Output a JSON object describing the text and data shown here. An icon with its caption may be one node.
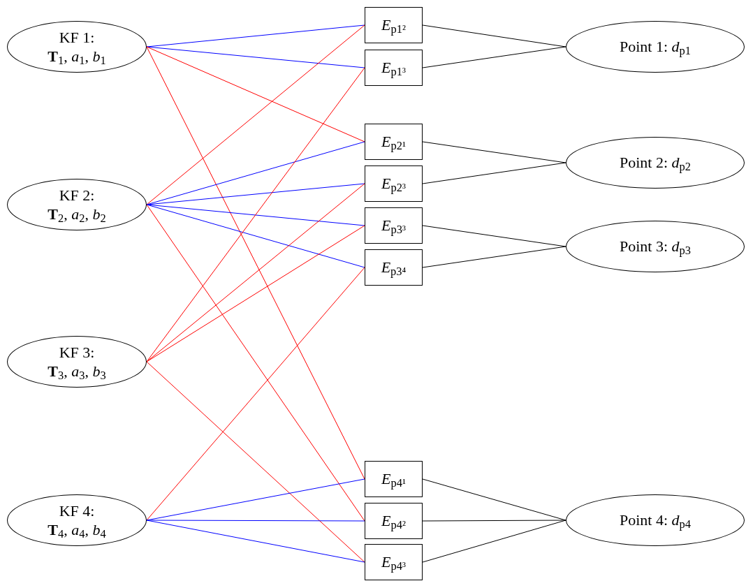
{
  "diagram": {
    "nodes": [
      {
        "text": [
          "KF 1:",
          "**T**$_{1}$, *a*$_{1}$, *b*$_{1}$"
        ]
      },
      {
        "text": [
          "KF 2:",
          "**T**$_{2}$, *a*$_{2}$, *b*$_{2}$"
        ]
      },
      {
        "text": [
          "KF 3:",
          "**T**$_{3}$, *a*$_{3}$, *b*$_{3}$"
        ]
      },
      {
        "text": [
          "KF 4:",
          "**T**$_{4}$, *a*$_{4}$, *b*$_{4}$"
        ]
      },
      {
        "text": [
          "*E*$_{p1²}$"
        ]
      },
      {
        "text": [
          "*E*$_{p1³}$"
        ]
      },
      {
        "text": [
          "*E*$_{p2¹}$"
        ]
      },
      {
        "text": [
          "*E*$_{p2³}$"
        ]
      },
      {
        "text": [
          "*E*$_{p3³}$"
        ]
      },
      {
        "text": [
          "*E*$_{p3⁴}$"
        ]
      },
      {
        "text": [
          "*E*$_{p4¹}$"
        ]
      },
      {
        "text": [
          "*E*$_{p4²}$"
        ]
      },
      {
        "text": [
          "*E*$_{p4³}$"
        ]
      },
      {
        "text": [
          "Point 1: *d*$_{p1}$"
        ]
      },
      {
        "text": [
          "Point 2: *d*$_{p2}$"
        ]
      },
      {
        "text": [
          "Point 3: *d*$_{p3}$"
        ]
      },
      {
        "text": [
          "Point 4: *d*$_{p4}$"
        ]
      }
    ],
    "edges": [
      {
        "from": 0,
        "to": 4,
        "arrow": "none",
        "color": "#0000ff"
      },
      {
        "from": 0,
        "to": 5,
        "arrow": "none",
        "color": "#0000ff"
      },
      {
        "from": 0,
        "to": 6,
        "arrow": "none",
        "color": "#ff0000"
      },
      {
        "from": 0,
        "to": 10,
        "arrow": "none",
        "color": "#ff0000"
      },
      {
        "from": 1,
        "to": 4,
        "arrow": "none",
        "color": "#ff0000"
      },
      {
        "from": 1,
        "to": 6,
        "arrow": "none",
        "color": "#0000ff"
      },
      {
        "from": 1,
        "to": 7,
        "arrow": "none",
        "color": "#0000ff"
      },
      {
        "from": 1,
        "to": 8,
        "arrow": "none",
        "color": "#0000ff"
      },
      {
        "from": 1,
        "to": 9,
        "arrow": "none",
        "color": "#0000ff"
      },
      {
        "from": 1,
        "to": 11,
        "arrow": "none",
        "color": "#ff0000"
      },
      {
        "from": 2,
        "to": 5,
        "arrow": "none",
        "color": "#ff0000"
      },
      {
        "from": 2,
        "to": 7,
        "arrow": "none",
        "color": "#ff0000"
      },
      {
        "from": 2,
        "to": 8,
        "arrow": "none",
        "color": "#ff0000"
      },
      {
        "from": 2,
        "to": 12,
        "arrow": "none",
        "color": "#ff0000"
      },
      {
        "from": 3,
        "to": 9,
        "arrow": "none",
        "color": "#ff0000"
      },
      {
        "from": 3,
        "to": 10,
        "arrow": "none",
        "color": "#0000ff"
      },
      {
        "from": 3,
        "to": 11,
        "arrow": "none",
        "color": "#0000ff"
      },
      {
        "from": 3,
        "to": 12,
        "arrow": "none",
        "color": "#0000ff"
      },
      {
        "from": 4,
        "to": 13,
        "arrow": "none",
        "color": "#000000"
      },
      {
        "from": 5,
        "to": 13,
        "arrow": "none",
        "color": "#000000"
      },
      {
        "from": 6,
        "to": 14,
        "arrow": "none",
        "color": "#000000"
      },
      {
        "from": 7,
        "to": 14,
        "arrow": "none",
        "color": "#000000"
      },
      {
        "from": 8,
        "to": 15,
        "arrow": "none",
        "color": "#000000"
      },
      {
        "from": 9,
        "to": 15,
        "arrow": "none",
        "color": "#000000"
      },
      {
        "from": 10,
        "to": 16,
        "arrow": "none",
        "color": "#000000"
      },
      {
        "from": 11,
        "to": 16,
        "arrow": "none",
        "color": "#000000"
      },
      {
        "from": 12,
        "to": 16,
        "arrow": "none",
        "color": "#000000"
      }
    ]
  }
}
